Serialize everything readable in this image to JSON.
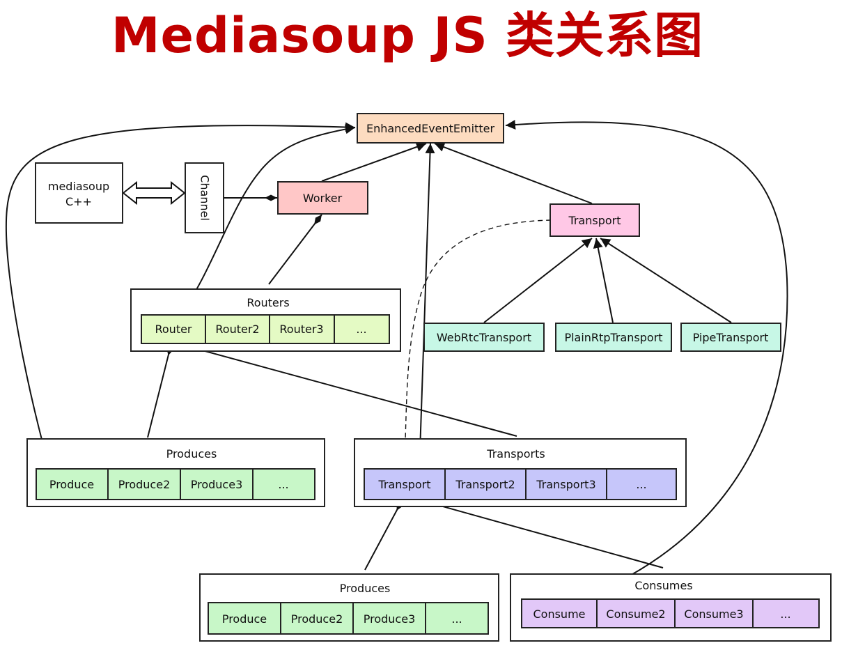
{
  "title": "Mediasoup JS 类关系图",
  "colors": {
    "emitter": "#fddcc0",
    "worker": "#ffc7c7",
    "transport_base": "#ffc8e6",
    "router": "#e4fac4",
    "transport_kind": "#c7f7e6",
    "produce": "#c8f7c8",
    "transport_item": "#c6c6fa",
    "consume": "#e2c8f8",
    "plain": "#ffffff",
    "stroke": "#222222"
  },
  "nodes": {
    "emitter": "EnhancedEventEmitter",
    "mediasoup": [
      "mediasoup",
      "C++"
    ],
    "channel": "Channel",
    "worker": "Worker",
    "transport_base": "Transport",
    "webrtc": "WebRtcTransport",
    "plainrtp": "PlainRtpTransport",
    "pipe": "PipeTransport"
  },
  "groups": {
    "routers": {
      "title": "Routers",
      "items": [
        "Router",
        "Router2",
        "Router3",
        "..."
      ]
    },
    "produces_top": {
      "title": "Produces",
      "items": [
        "Produce",
        "Produce2",
        "Produce3",
        "..."
      ]
    },
    "transports": {
      "title": "Transports",
      "items": [
        "Transport",
        "Transport2",
        "Transport3",
        "..."
      ]
    },
    "produces_bottom": {
      "title": "Produces",
      "items": [
        "Produce",
        "Produce2",
        "Produce3",
        "..."
      ]
    },
    "consumes": {
      "title": "Consumes",
      "items": [
        "Consume",
        "Consume2",
        "Consume3",
        "..."
      ]
    }
  }
}
